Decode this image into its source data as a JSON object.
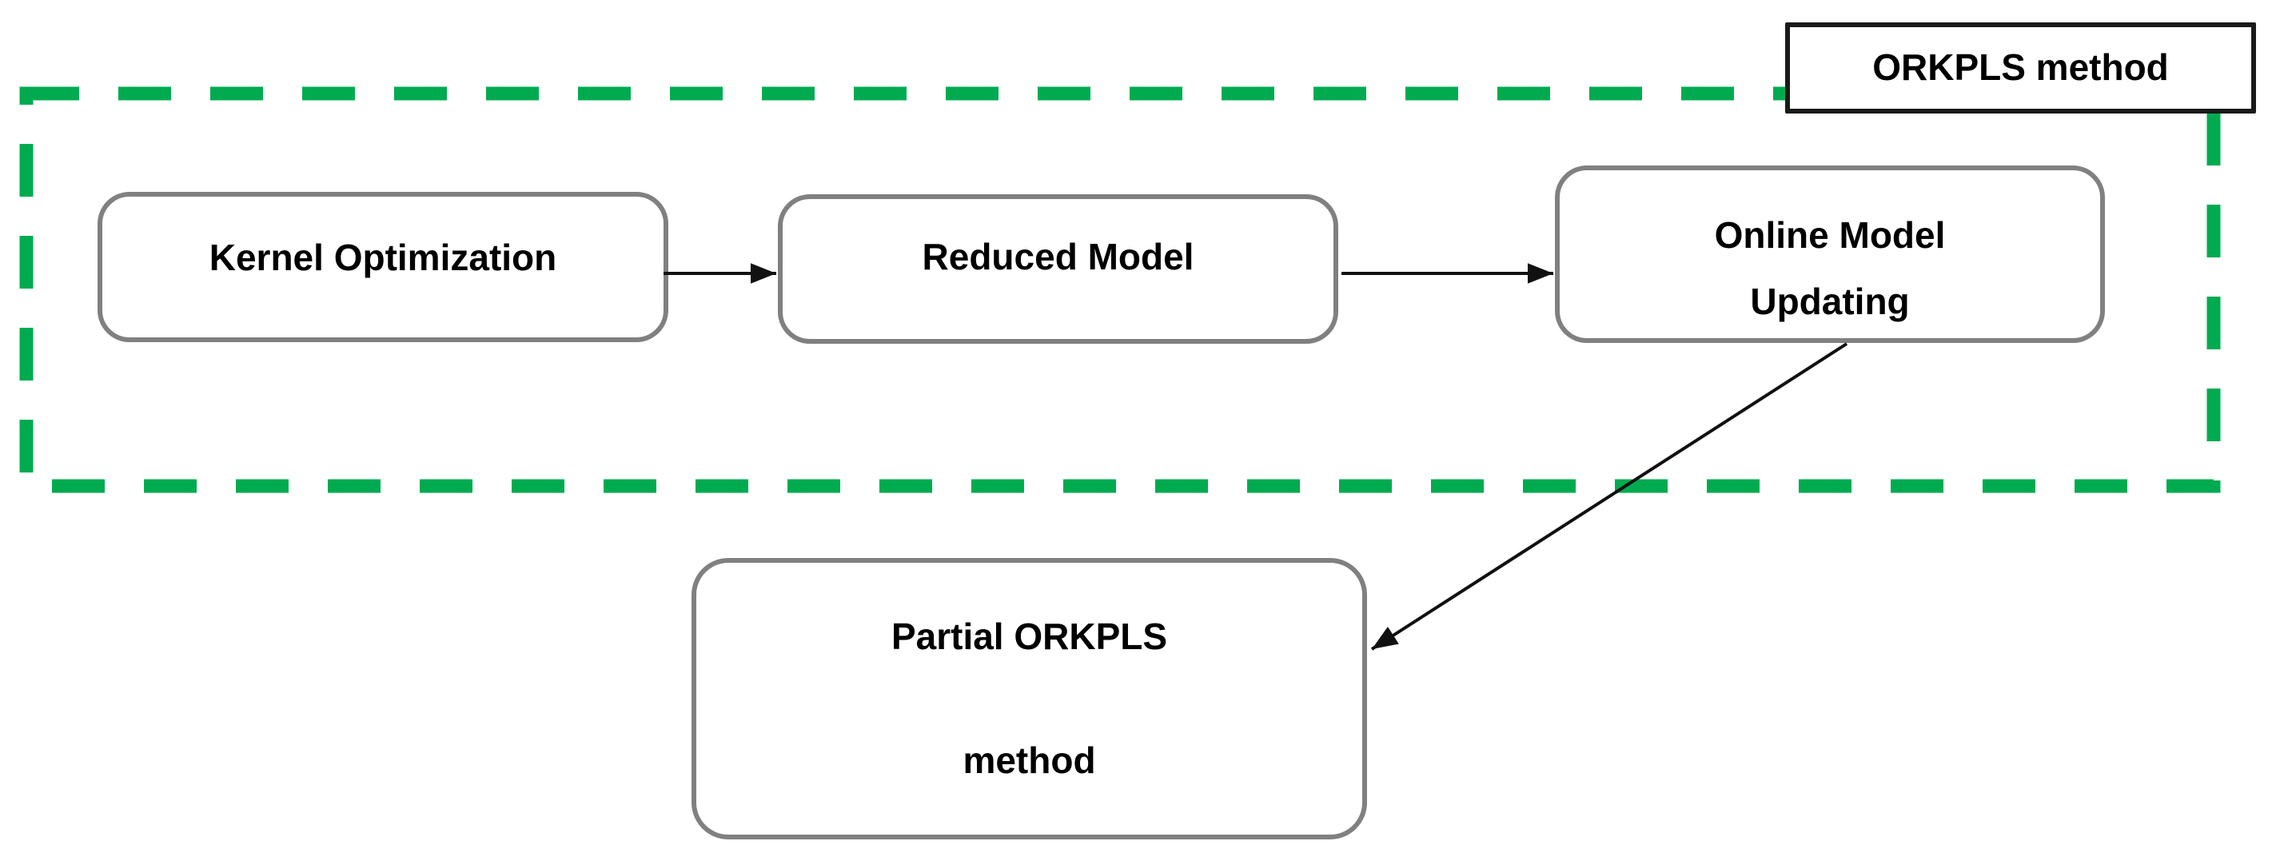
{
  "label_box": {
    "text": "ORKPLS method"
  },
  "flow_boxes": [
    {
      "id": "kernel-optimization",
      "label": "Kernel Optimization"
    },
    {
      "id": "reduced-model",
      "label": "Reduced Model"
    },
    {
      "id": "online-model-updating",
      "line1": "Online Model",
      "line2": "Updating"
    }
  ],
  "result_box": {
    "id": "partial-orkpls-method",
    "line1": "Partial ORKPLS",
    "line2": "method"
  },
  "arrows": [
    {
      "id": "kernel-to-reduced",
      "from": "kernel-optimization",
      "to": "reduced-model"
    },
    {
      "id": "reduced-to-online",
      "from": "reduced-model",
      "to": "online-model-updating"
    },
    {
      "id": "online-to-partial",
      "from": "online-model-updating",
      "to": "partial-orkpls-method"
    }
  ],
  "colors": {
    "dashed_border_green": "#00AB50",
    "box_border_gray": "#808080",
    "label_box_border_black": "#1a1a1a",
    "arrow_black": "#111111",
    "text_black": "#000000",
    "canvas_bg": "#ffffff"
  }
}
